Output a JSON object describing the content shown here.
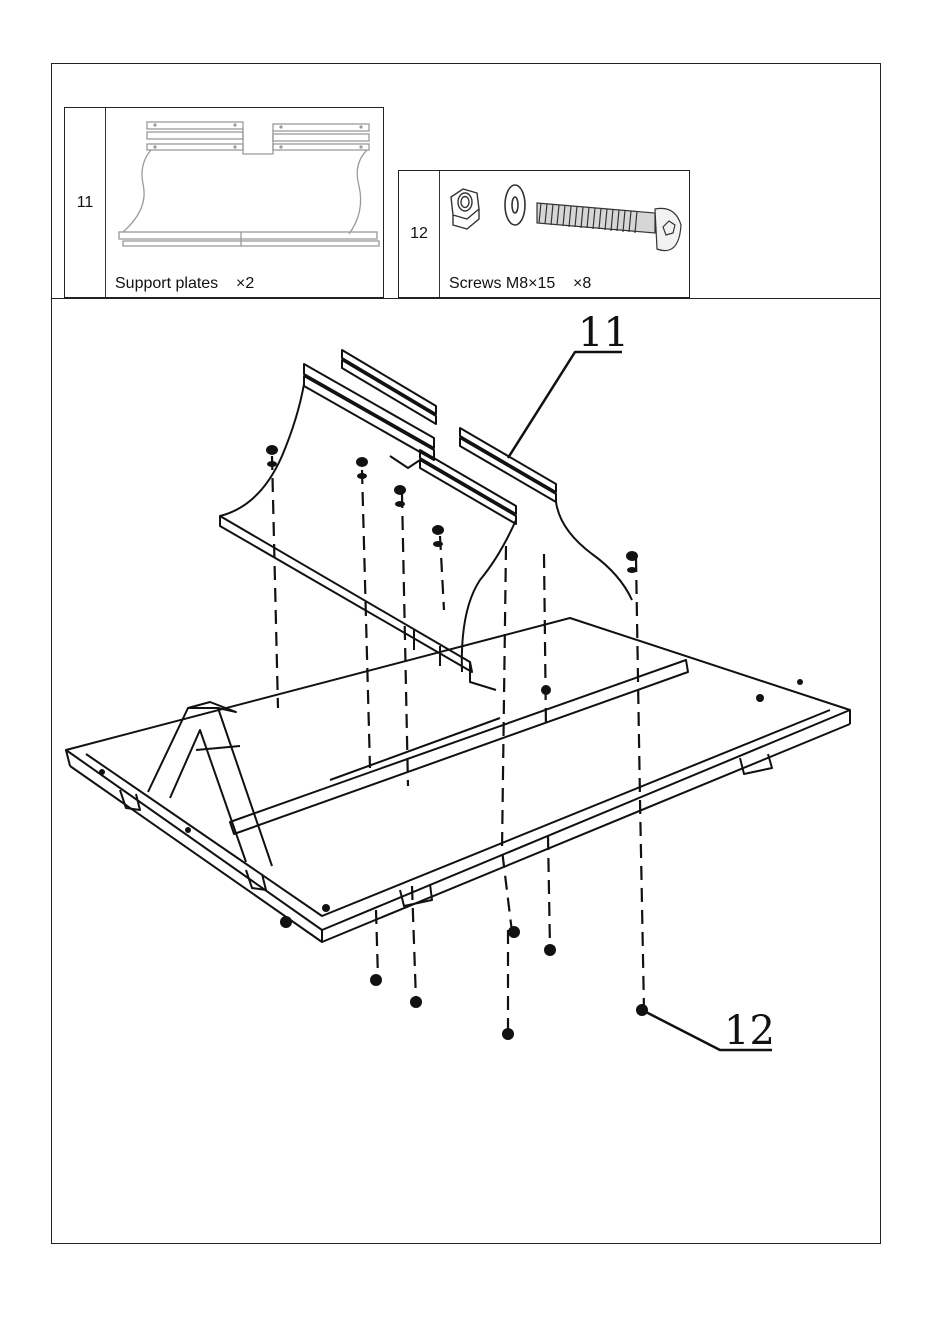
{
  "parts": [
    {
      "number": "11",
      "name": "Support plates",
      "qty": "×2"
    },
    {
      "number": "12",
      "name": "Screws M8×15",
      "qty": "×8"
    }
  ],
  "callouts": {
    "plates": "11",
    "screws": "12"
  },
  "colors": {
    "line": "#222222",
    "sketch": "#9a9a9a",
    "background": "#ffffff"
  }
}
